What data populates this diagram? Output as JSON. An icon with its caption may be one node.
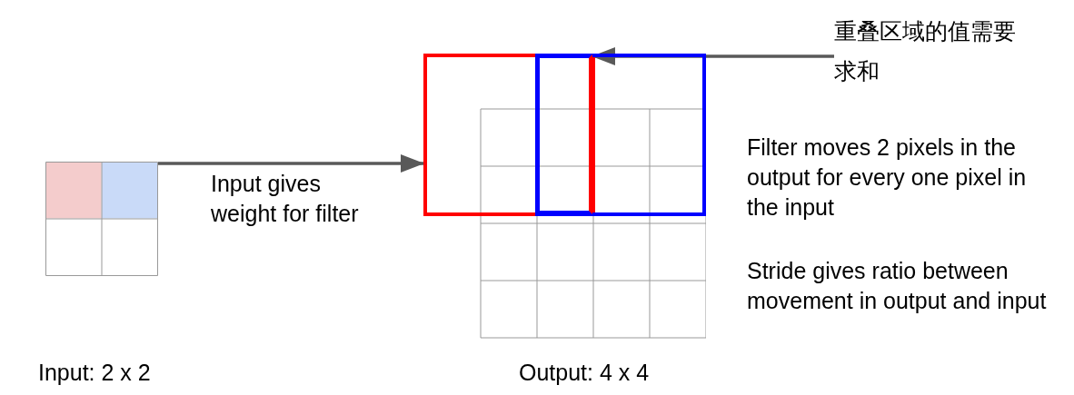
{
  "diagram": {
    "nodes": [
      {
        "text": [],
        "shape": "box",
        "beside": [
          "Input: 2 x 2"
        ]
      },
      {
        "text": [],
        "shape": "box",
        "beside": [
          "Output: 4 x 4"
        ]
      },
      {
        "text": [
          "重叠区域的值需要求和"
        ]
      },
      {
        "text": [],
        "shape": "box",
        "in": 1
      }
    ],
    "edges": [
      {
        "from": 0,
        "to": 1,
        "arrow": "to"
      },
      {
        "from": 2,
        "to": 3,
        "arrow": "to"
      }
    ],
    "labels": [
      "Input gives weight for filter",
      "Filter moves 2 pixels in the output for every one pixel in the input",
      "Stride gives ratio between movement in output and input"
    ]
  }
}
